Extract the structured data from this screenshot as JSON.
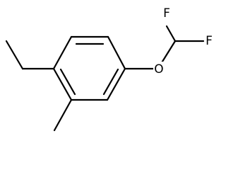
{
  "molecule": {
    "atom_labels": {
      "oxygen": "O",
      "fluorine_left": "F",
      "fluorine_right": "F"
    },
    "colors": {
      "bond": "#000000",
      "label": "#000000",
      "background": "#ffffff"
    }
  }
}
